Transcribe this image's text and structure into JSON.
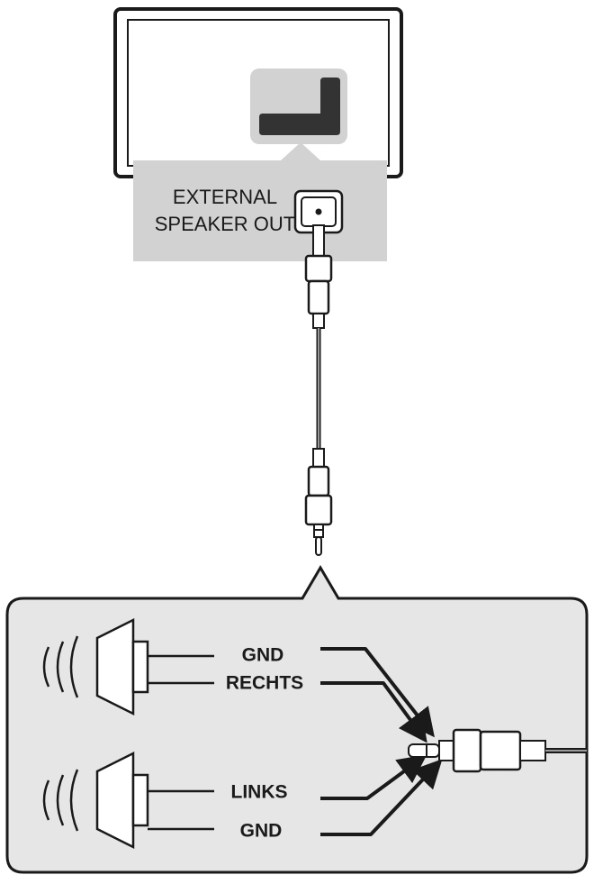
{
  "device": {
    "port_label_line1": "EXTERNAL",
    "port_label_line2": "SPEAKER OUT"
  },
  "wiring": {
    "top_speaker": {
      "upper_wire": "GND",
      "lower_wire": "RECHTS"
    },
    "bottom_speaker": {
      "upper_wire": "LINKS",
      "lower_wire": "GND"
    }
  },
  "colors": {
    "line": "#1a1a1a",
    "panel_fill": "#e6e6e6",
    "callout_fill": "#d2d2d2",
    "port_dark": "#333333"
  }
}
